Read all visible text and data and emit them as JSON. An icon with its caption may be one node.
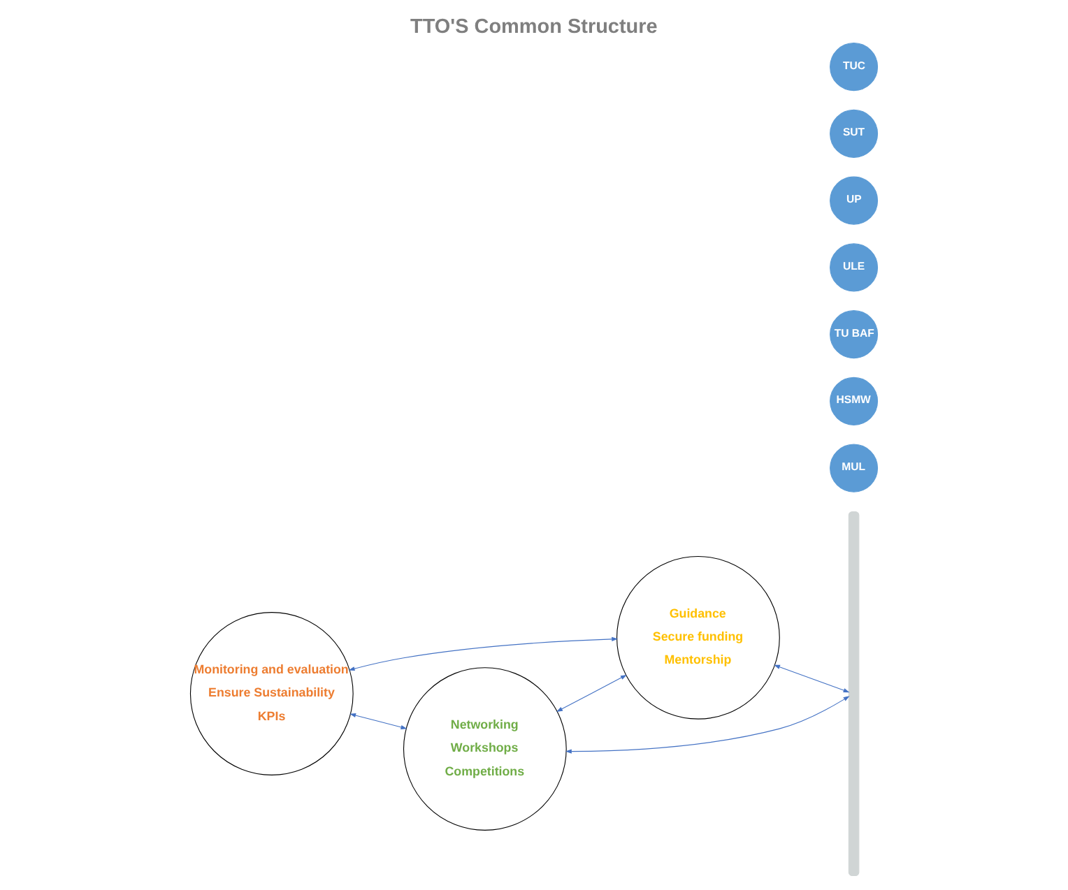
{
  "diagram": {
    "title": "TTO'S Common Structure",
    "nodes": [
      {
        "text": [
          "Networking",
          "Workshops",
          "Competitions"
        ]
      },
      {
        "text": [
          "Monitoring and evaluation",
          "Ensure Sustainability",
          "KPIs"
        ]
      },
      {
        "text": [
          "Guidance",
          "Secure funding",
          "Mentorship"
        ]
      },
      {
        "text": [],
        "shape": "arc"
      },
      {
        "text": [
          "MUL"
        ]
      },
      {
        "text": [
          "HSMW"
        ]
      },
      {
        "text": [
          "TU BAF"
        ]
      },
      {
        "text": [
          "ULE"
        ]
      },
      {
        "text": [
          "UP"
        ]
      },
      {
        "text": [
          "SUT"
        ]
      },
      {
        "text": [
          "TUC"
        ]
      }
    ],
    "edges": [
      {
        "from": 0,
        "to": 3,
        "arrow": "both"
      },
      {
        "from": 1,
        "to": 0,
        "arrow": "both"
      },
      {
        "from": 0,
        "to": 2,
        "arrow": "both"
      },
      {
        "from": 1,
        "to": 2,
        "arrow": "both"
      },
      {
        "from": 2,
        "to": 3,
        "arrow": "both"
      }
    ]
  }
}
